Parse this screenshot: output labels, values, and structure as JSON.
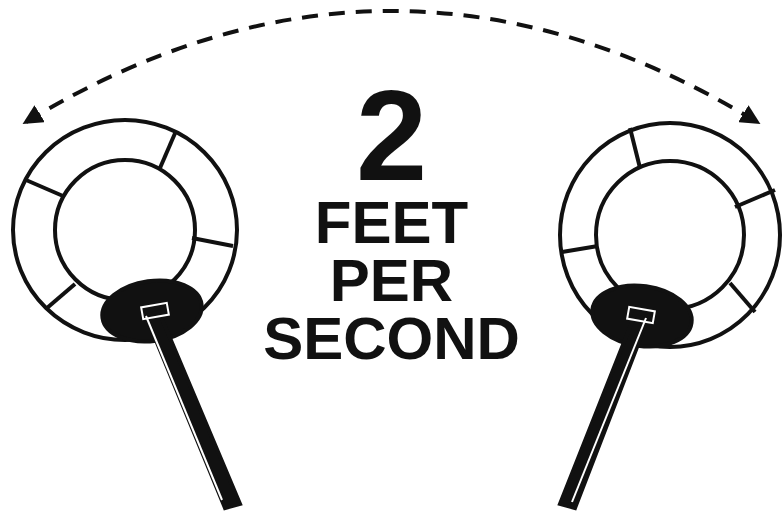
{
  "diagram": {
    "labels": [
      "2",
      "FEET",
      "PER",
      "SECOND"
    ]
  }
}
